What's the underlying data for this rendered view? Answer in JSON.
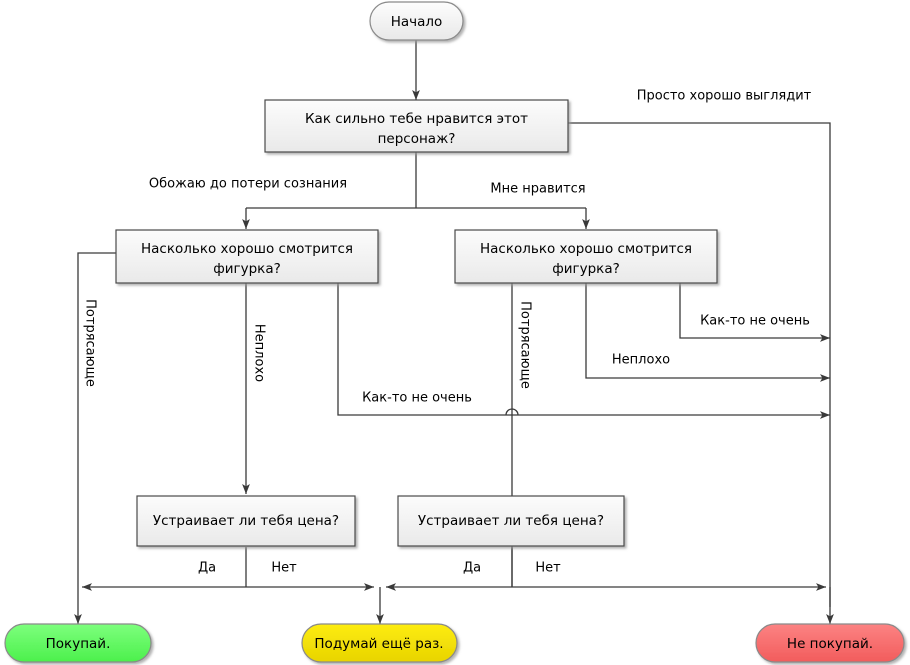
{
  "diagram": {
    "title": "Flowchart: should you buy this figure?",
    "colors": {
      "line": "#3a3a3a",
      "box_fill": "#f2f2f2",
      "box_stroke": "#4a4a4a",
      "buy": "#66ff66",
      "think": "#f2e500",
      "dont_buy": "#fa6a6a"
    },
    "nodes": {
      "start": {
        "label": "Начало"
      },
      "q_like": {
        "label_line1": "Как сильно тебе нравится этот",
        "label_line2": "персонаж?"
      },
      "q_figure_left": {
        "label_line1": "Насколько хорошо смотрится",
        "label_line2": "фигурка?"
      },
      "q_figure_right": {
        "label_line1": "Насколько хорошо смотрится",
        "label_line2": "фигурка?"
      },
      "q_price_left": {
        "label": "Устраивает ли тебя цена?"
      },
      "q_price_right": {
        "label": "Устраивает ли тебя цена?"
      },
      "buy": {
        "label": "Покупай."
      },
      "think": {
        "label": "Подумай ещё раз."
      },
      "dont_buy": {
        "label": "Не покупай."
      }
    },
    "edge_labels": {
      "looks_good_only": "Просто хорошо выглядит",
      "love_to_death": "Обожаю до потери сознания",
      "i_like_it": "Мне нравится",
      "awesome_left": "Потрясающе",
      "decent_left": "Неплохо",
      "meh_left": "Как-то не очень",
      "awesome_right": "Потрясающе",
      "decent_right": "Неплохо",
      "meh_right": "Как-то не очень",
      "yes_left": "Да",
      "no_left": "Нет",
      "yes_right": "Да",
      "no_right": "Нет"
    }
  }
}
